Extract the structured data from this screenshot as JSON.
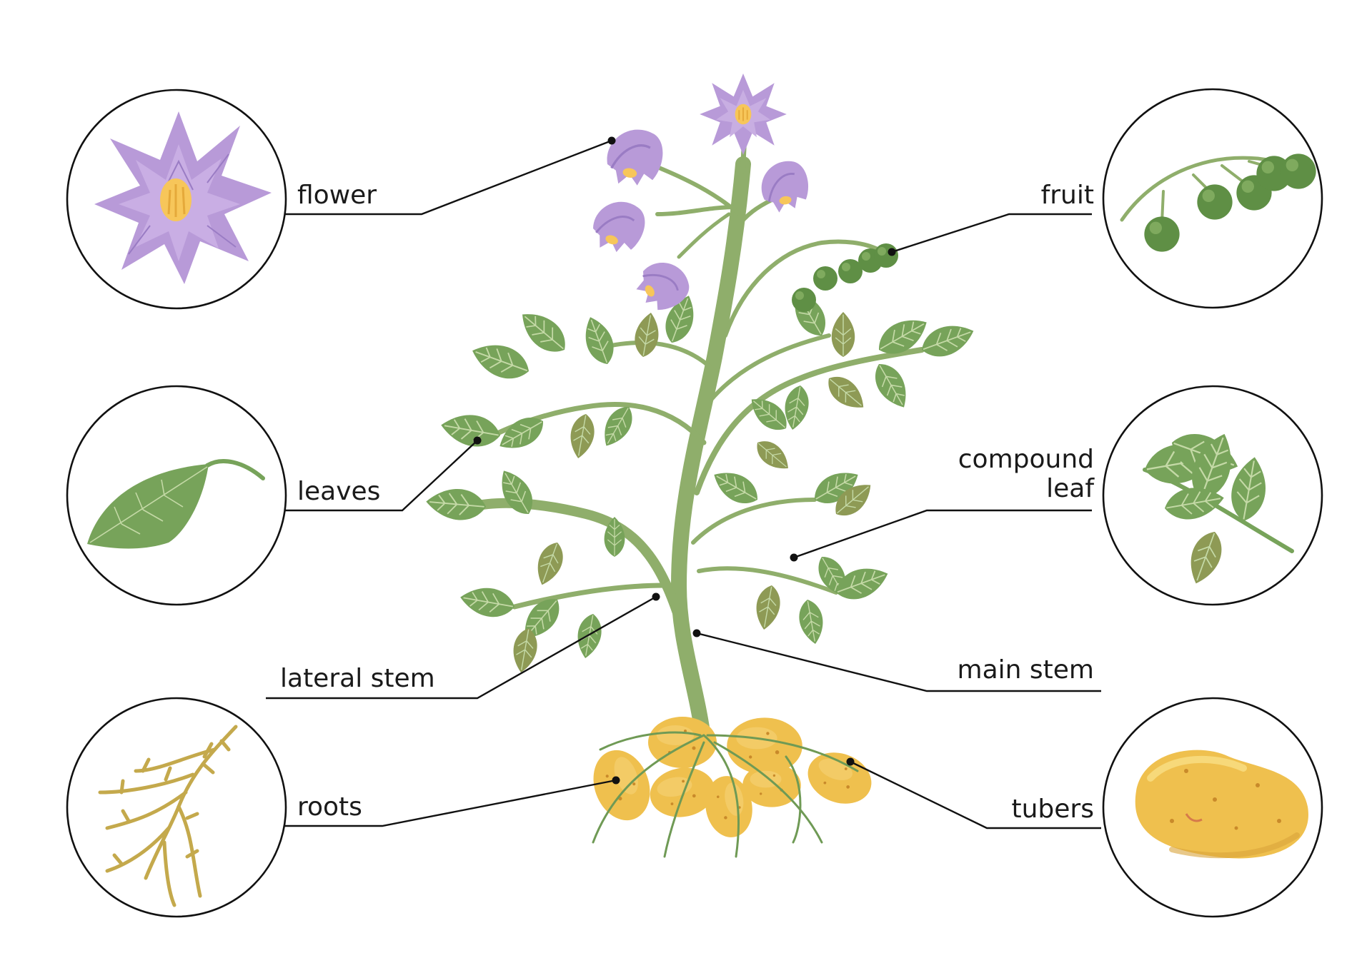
{
  "labels": {
    "flower": "flower",
    "fruit": "fruit",
    "leaves": "leaves",
    "compound_leaf_line1": "compound",
    "compound_leaf_line2": "leaf",
    "lateral_stem": "lateral stem",
    "main_stem": "main stem",
    "roots": "roots",
    "tubers": "tubers"
  },
  "icons": {
    "flower": "flower-icon",
    "fruit": "fruit-icon",
    "leaf": "leaf-icon",
    "compound_leaf": "compound-leaf-icon",
    "roots": "roots-icon",
    "tuber": "tuber-icon"
  },
  "colors": {
    "flower": "#b89ad8",
    "flower_dark": "#9a7cc4",
    "flower_center": "#f7c65a",
    "leaf": "#77a35a",
    "leaf_dark": "#5f8c45",
    "leaf_olive": "#8e9a55",
    "stem": "#8fae6b",
    "fruit": "#5f8f45",
    "tuber": "#efc04e",
    "tuber_dark": "#d9a43a",
    "root": "#c4a94c",
    "line": "#111111"
  }
}
